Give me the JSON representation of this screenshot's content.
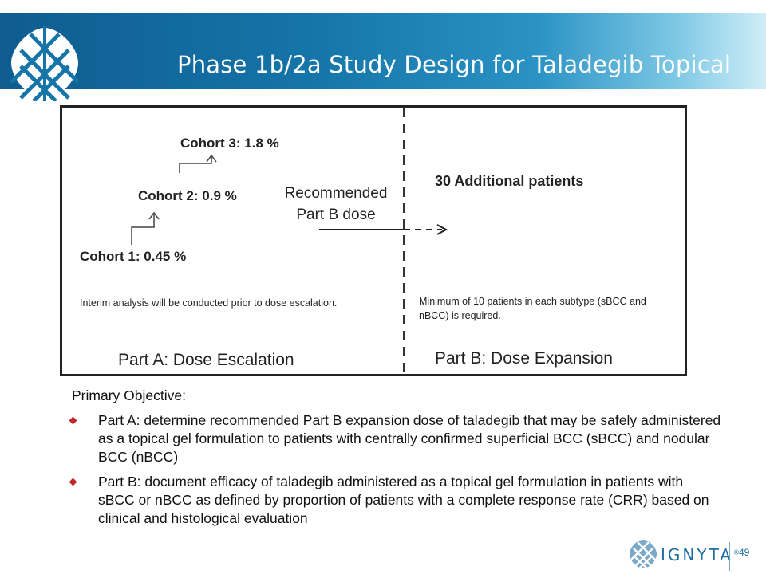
{
  "header": {
    "title": "Phase 1b/2a Study Design for Taladegib Topical"
  },
  "diagram": {
    "cohort1": "Cohort 1:  0.45 %",
    "cohort2": "Cohort 2:  0.9 %",
    "cohort3": "Cohort 3:  1.8 %",
    "recommended_line1": "Recommended",
    "recommended_line2": "Part B dose",
    "additional_patients": "30 Additional patients",
    "part_a_note": "Interim analysis will be conducted prior to dose escalation.",
    "part_b_note": "Minimum  of 10 patients in each subtype (sBCC and nBCC) is required.",
    "part_a_label": "Part A:  Dose Escalation",
    "part_b_label": "Part B:  Dose Expansion"
  },
  "objective": {
    "heading": "Primary Objective:",
    "bullets": [
      "Part A: determine recommended Part B expansion dose of taladegib that may be safely administered as a topical gel formulation to patients with centrally confirmed superficial BCC (sBCC) and nodular BCC (nBCC)",
      "Part B: document efficacy of taladegib administered as a topical gel formulation in patients with sBCC or nBCC as defined by proportion of patients with a complete response rate (CRR) based on clinical and histological evaluation"
    ]
  },
  "footer": {
    "brand": "IGNYTA",
    "trademark": "®",
    "page_number": "49"
  },
  "colors": {
    "header_dark": "#0f5c8f",
    "header_light": "#cfeef8",
    "bullet": "#c0282d",
    "brand_blue": "#1c6fa3"
  }
}
